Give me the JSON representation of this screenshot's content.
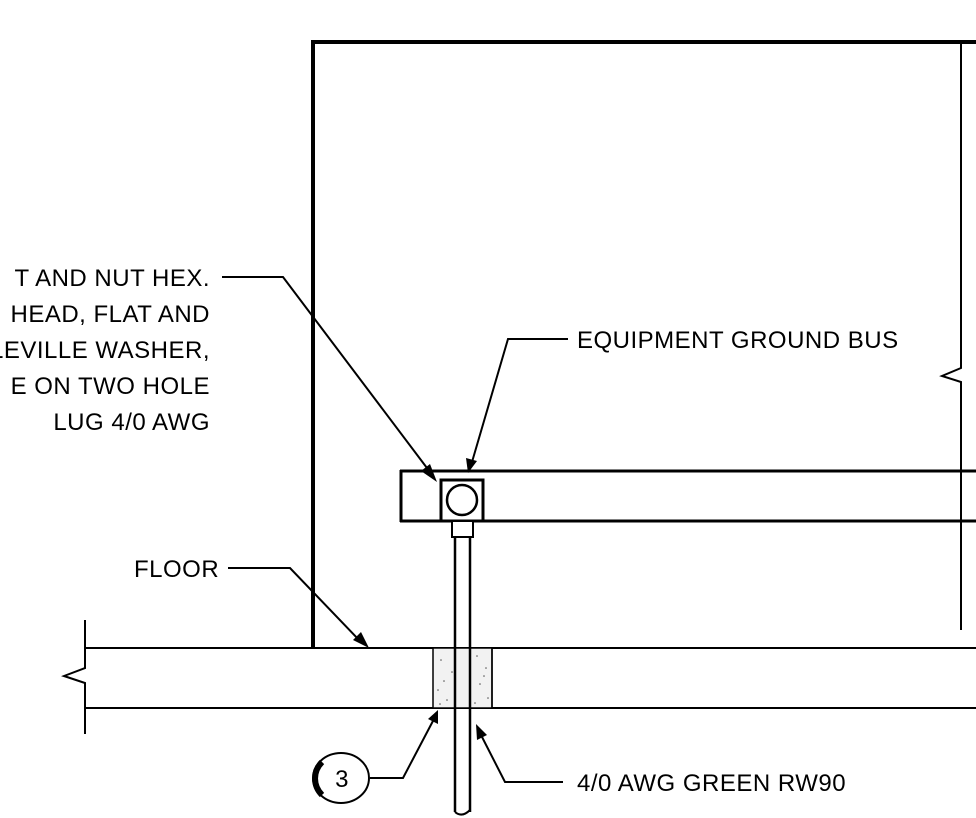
{
  "labels": {
    "bolt_note": [
      "T AND NUT HEX.",
      "HEAD, FLAT AND",
      "LEVILLE WASHER,",
      "E ON TWO HOLE",
      "LUG 4/0 AWG"
    ],
    "equipment_ground_bus": "EQUIPMENT GROUND BUS",
    "floor": "FLOOR",
    "conductor": "4/0 AWG GREEN RW90",
    "detail_ref": "3"
  },
  "colors": {
    "line": "#000000",
    "background": "#ffffff",
    "sleeve_fill": "#e6e6e6"
  }
}
